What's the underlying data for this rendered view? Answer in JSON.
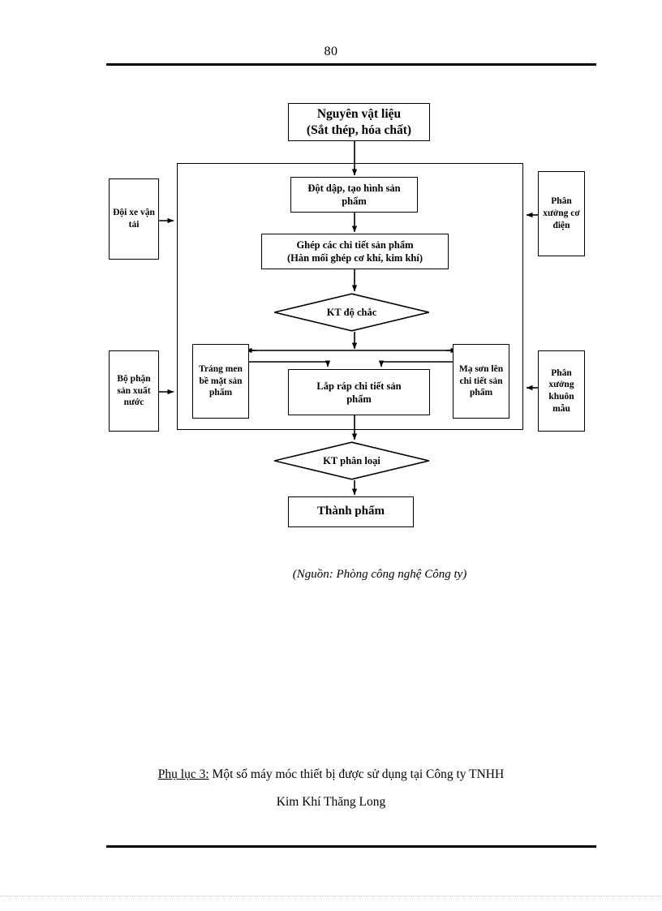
{
  "page": {
    "number": "80"
  },
  "diagram": {
    "nodes": {
      "raw_material": "Nguyên vật liệu\n(Sắt thép, hóa  chất)",
      "raw_material_line1": "Nguyên vật liệu",
      "raw_material_line2": "(Sắt thép, hóa  chất)",
      "stamping_line1": "Đột dập,  tạo  hình sản",
      "stamping_line2": "phẩm",
      "joining_line1": "Ghép  các chi tiết sản phẩm",
      "joining_line2": "(Hàn  mối ghép cơ khí, kim khí)",
      "strength_check": "KT độ chắc",
      "enamel_coating": "Tráng men bề mặt sản phẩm",
      "assembly_line1": "Lắp  ráp  chi tiết sản",
      "assembly_line2": "phẩm",
      "paint_plating": "Mạ  sơn lên chi tiết sản phẩm",
      "classification_check": "KT phân loại",
      "finished_product": "Thành  phẩm",
      "transport_team": "Đội xe vận tải",
      "mechanical_workshop": "Phân xưởng cơ điện",
      "water_production": "Bộ phận sản xuất nước",
      "mold_workshop": "Phân xưởng khuôn mẫu"
    }
  },
  "source_caption": "(Nguồn: Phòng công nghệ Công ty)",
  "appendix": {
    "label": "Phụ lục 3:",
    "title_line1": " Một số máy móc thiết bị được sử dụng tại Công ty TNHH",
    "title_line2": "Kim Khí Thăng  Long"
  },
  "colors": {
    "ink": "#000000",
    "paper": "#ffffff"
  }
}
